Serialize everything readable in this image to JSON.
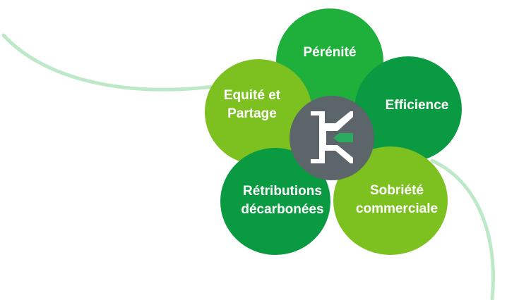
{
  "colors": {
    "lime": "#7cc11f",
    "green": "#1fb03b",
    "dark_green": "#0a9a42",
    "center": "#5b656a",
    "curve": "#bde9c8",
    "accent": "#2aaa5f"
  },
  "petals": {
    "perenite": {
      "label": "Pérénité"
    },
    "equite": {
      "line1": "Equité et",
      "line2": "Partage"
    },
    "efficience": {
      "label": "Efficience"
    },
    "retributions": {
      "line1": "Rétributions",
      "line2": "décarbonées"
    },
    "sobriete": {
      "line1": "Sobriété",
      "line2": "commerciale"
    }
  },
  "center_logo": {
    "letter": "K"
  }
}
